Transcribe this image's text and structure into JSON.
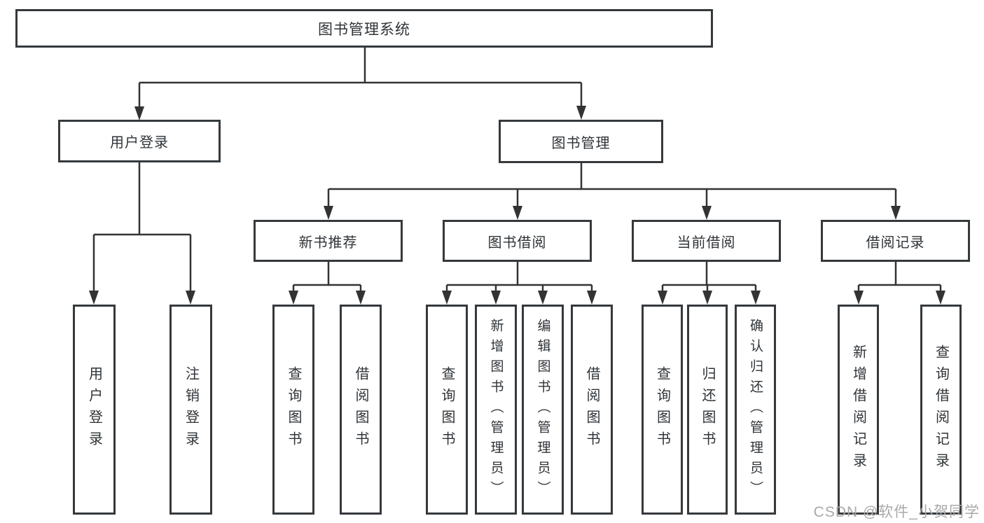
{
  "tree": {
    "label": "图书管理系统",
    "children": [
      {
        "label": "用户登录",
        "children": [
          {
            "label": "用户登录"
          },
          {
            "label": "注销登录"
          }
        ]
      },
      {
        "label": "图书管理",
        "children": [
          {
            "label": "新书推荐",
            "children": [
              {
                "label": "查询图书"
              },
              {
                "label": "借阅图书"
              }
            ]
          },
          {
            "label": "图书借阅",
            "children": [
              {
                "label": "查询图书"
              },
              {
                "label": "新增图书（管理员）"
              },
              {
                "label": "编辑图书（管理员）"
              },
              {
                "label": "借阅图书"
              }
            ]
          },
          {
            "label": "当前借阅",
            "children": [
              {
                "label": "查询图书"
              },
              {
                "label": "归还图书"
              },
              {
                "label": "确认归还（管理员）"
              }
            ]
          },
          {
            "label": "借阅记录",
            "children": [
              {
                "label": "新增借阅记录"
              },
              {
                "label": "查询借阅记录"
              }
            ]
          }
        ]
      }
    ]
  },
  "watermark": "CSDN @软件_小贺同学",
  "colors": {
    "line": "#333333",
    "box_border": "#35393c",
    "text": "#2f3337",
    "background": "#ffffff",
    "watermark": "#a9a9a9"
  }
}
